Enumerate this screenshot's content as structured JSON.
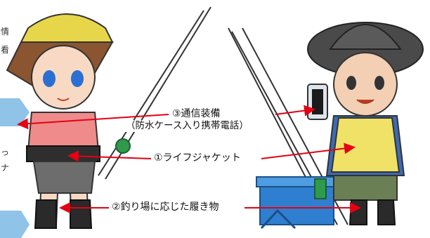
{
  "labels": {
    "communication": "③通信装備",
    "communication_sub": "（防水ケース入り携帯電話）",
    "life_jacket": "①ライフジャケット",
    "footwear": "②釣り場に応じた履き物"
  },
  "edge_text": [
    "情",
    "看",
    "っ",
    "ナ"
  ],
  "colors": {
    "arrow": "#e60012",
    "edge_tab": "#8fc3e8",
    "vest": "#efe266",
    "cooler": "#2f7fd0",
    "cap": "#e8d64a",
    "hat": "#555555"
  }
}
